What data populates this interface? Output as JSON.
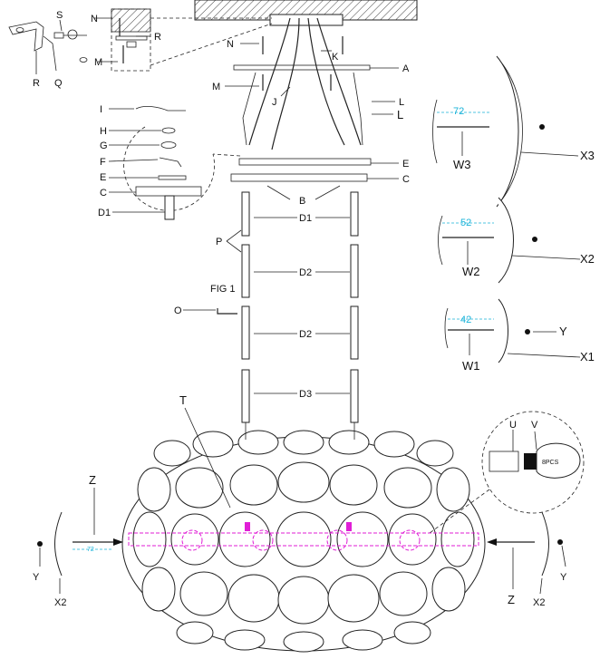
{
  "labels": {
    "a": "A",
    "b": "B",
    "c": "C",
    "d1": "D1",
    "d2": "D2",
    "d3": "D3",
    "e": "E",
    "f": "F",
    "g": "G",
    "h": "H",
    "i": "I",
    "j": "J",
    "k": "K",
    "l": "L",
    "m": "M",
    "n": "N",
    "o": "O",
    "p": "P",
    "q": "Q",
    "r": "R",
    "s": "S",
    "t": "T",
    "u": "U",
    "v": "V",
    "w1": "W1",
    "w2": "W2",
    "w3": "W3",
    "x1": "X1",
    "x2": "X2",
    "x3": "X3",
    "y": "Y",
    "z": "Z",
    "fig1": "FIG 1",
    "pcs": "8PCS"
  },
  "dims": {
    "d72": "72",
    "d52": "52",
    "d42": "42"
  },
  "colors": {
    "dimension": "#1ab3d9",
    "frame": "#e01ed6",
    "line": "#222222"
  }
}
